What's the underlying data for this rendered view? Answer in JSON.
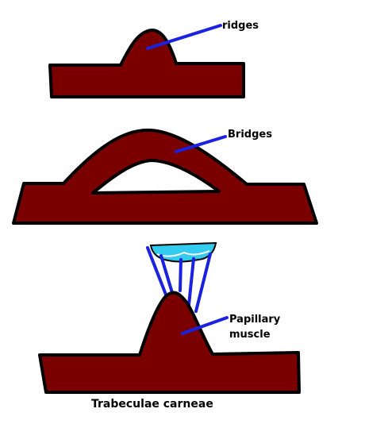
{
  "colors": {
    "muscle": "#7a0000",
    "outline": "#000000",
    "pointer": "#1a22e0",
    "valve": "#33ccee"
  },
  "labels": {
    "ridges": "ridges",
    "bridges": "Bridges",
    "papillary_line1": "Papillary",
    "papillary_line2": "muscle",
    "caption": "Trabeculae carneae"
  }
}
